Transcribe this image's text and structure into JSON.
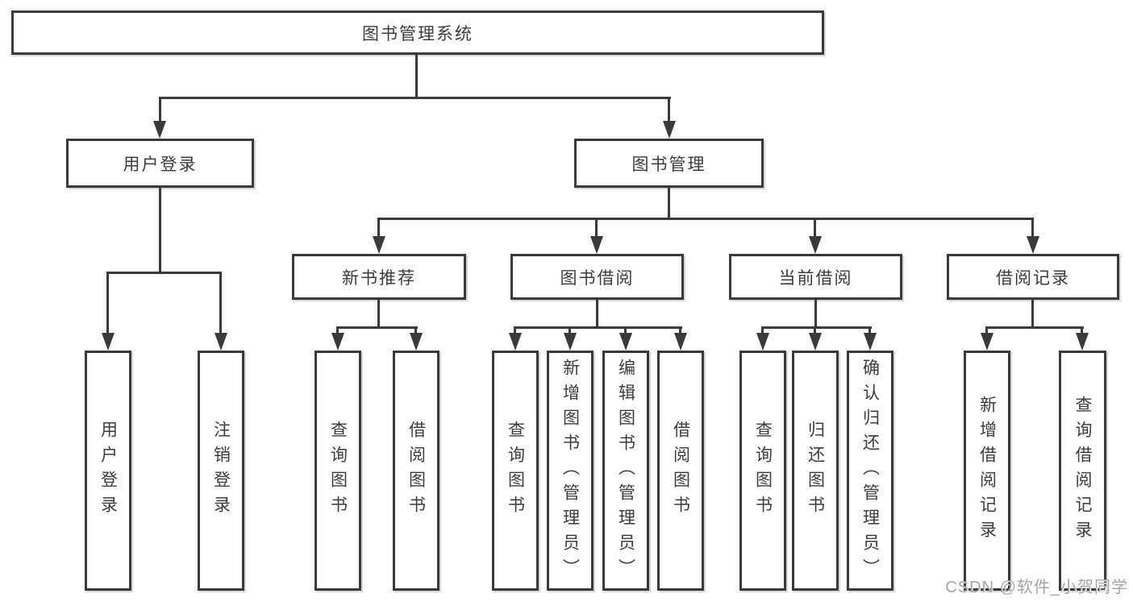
{
  "diagram": {
    "root": {
      "label": "图书管理系统"
    },
    "branches": {
      "user_login": {
        "label": "用户登录"
      },
      "book_management": {
        "label": "图书管理"
      }
    },
    "modules": {
      "new_book_recommend": {
        "label": "新书推荐"
      },
      "book_borrow": {
        "label": "图书借阅"
      },
      "current_borrow": {
        "label": "当前借阅"
      },
      "borrow_records": {
        "label": "借阅记录"
      }
    },
    "functions": {
      "user": [
        "用户登录",
        "注销登录"
      ],
      "recommend": [
        "查询图书",
        "借阅图书"
      ],
      "borrow": [
        "查询图书",
        "新增图书（管理员）",
        "编辑图书（管理员）",
        "借阅图书"
      ],
      "current": [
        "查询图书",
        "归还图书",
        "确认归还（管理员）"
      ],
      "records": [
        "新增借阅记录",
        "查询借阅记录"
      ]
    }
  },
  "watermark": {
    "text": "CSDN @软件_小贺同学"
  },
  "colors": {
    "line": "#3a3a3a",
    "text": "#3c3c3c",
    "background": "#ffffff",
    "watermark": "#a6a6a6"
  }
}
